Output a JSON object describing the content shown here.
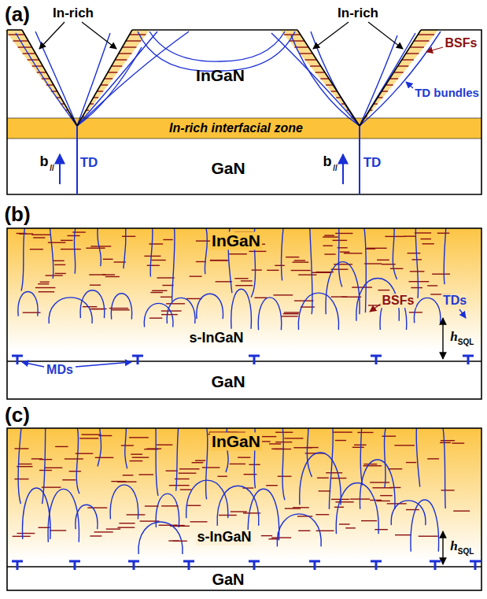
{
  "diagram": {
    "nodes": [
      {
        "text": [
          "InGaN"
        ]
      },
      {
        "text": [
          "In-rich interfacial zone"
        ]
      },
      {
        "text": [
          "GaN"
        ]
      },
      {
        "text": [
          "InGaN"
        ]
      },
      {
        "text": [
          "GaN"
        ]
      },
      {
        "text": [
          "InGaN"
        ]
      },
      {
        "text": [
          "GaN"
        ]
      }
    ],
    "labels": [
      "(a)",
      "In-rich",
      "In-rich",
      "BSFs",
      "TD bundles",
      "b",
      "//",
      "TD",
      "b",
      "//",
      "TD",
      "(b)",
      "BSFs",
      "TDs",
      "s-InGaN",
      "h",
      "SQL",
      "MDs",
      "(c)",
      "s-InGaN",
      "h",
      "SQL"
    ]
  }
}
